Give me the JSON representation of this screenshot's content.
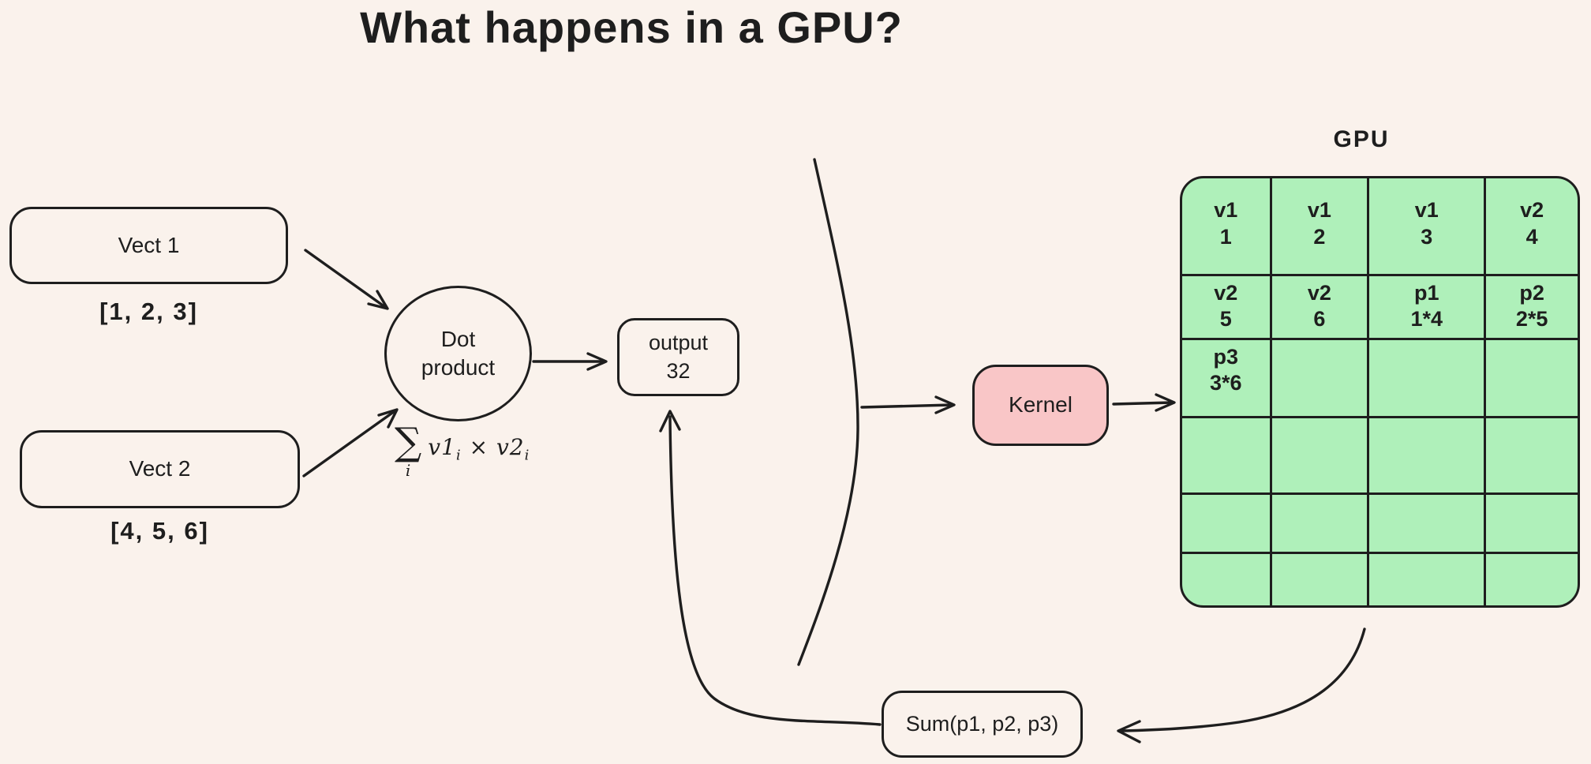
{
  "title": "What happens in a GPU?",
  "colors": {
    "background": "#faf2ec",
    "stroke": "#1e1e1e",
    "kernel_fill": "#f9c6c7",
    "gpu_fill": "#aff0ba"
  },
  "nodes": {
    "vect1": {
      "label": "Vect 1",
      "value": "[1, 2, 3]"
    },
    "vect2": {
      "label": "Vect 2",
      "value": "[4, 5, 6]"
    },
    "dot_product": {
      "line1": "Dot",
      "line2": "product"
    },
    "output": {
      "label": "output",
      "value": "32"
    },
    "kernel": {
      "label": "Kernel"
    },
    "sum": {
      "label": "Sum(p1, p2, p3)"
    }
  },
  "formula": {
    "sigma": "∑",
    "index": "i",
    "term1": "v1",
    "sub1": "i",
    "operator": "×",
    "term2": "v2",
    "sub2": "i"
  },
  "gpu": {
    "label": "GPU",
    "grid": {
      "rows": [
        [
          {
            "t": "v1",
            "b": "1"
          },
          {
            "t": "v1",
            "b": "2"
          },
          {
            "t": "v1",
            "b": "3"
          },
          {
            "t": "v2",
            "b": "4"
          }
        ],
        [
          {
            "t": "v2",
            "b": "5"
          },
          {
            "t": "v2",
            "b": "6"
          },
          {
            "t": "p1",
            "b": "1*4"
          },
          {
            "t": "p2",
            "b": "2*5"
          }
        ],
        [
          {
            "t": "p3",
            "b": "3*6"
          },
          null,
          null,
          null
        ],
        [
          null,
          null,
          null,
          null
        ],
        [
          null,
          null,
          null,
          null
        ],
        [
          null,
          null,
          null,
          null
        ]
      ]
    }
  },
  "connections": [
    {
      "from": "vect1",
      "to": "dot_product"
    },
    {
      "from": "vect2",
      "to": "dot_product"
    },
    {
      "from": "dot_product",
      "to": "output"
    },
    {
      "from": "divider",
      "to": "kernel"
    },
    {
      "from": "kernel",
      "to": "gpu_grid"
    },
    {
      "from": "gpu_grid",
      "to": "sum"
    },
    {
      "from": "sum",
      "to": "output"
    }
  ]
}
